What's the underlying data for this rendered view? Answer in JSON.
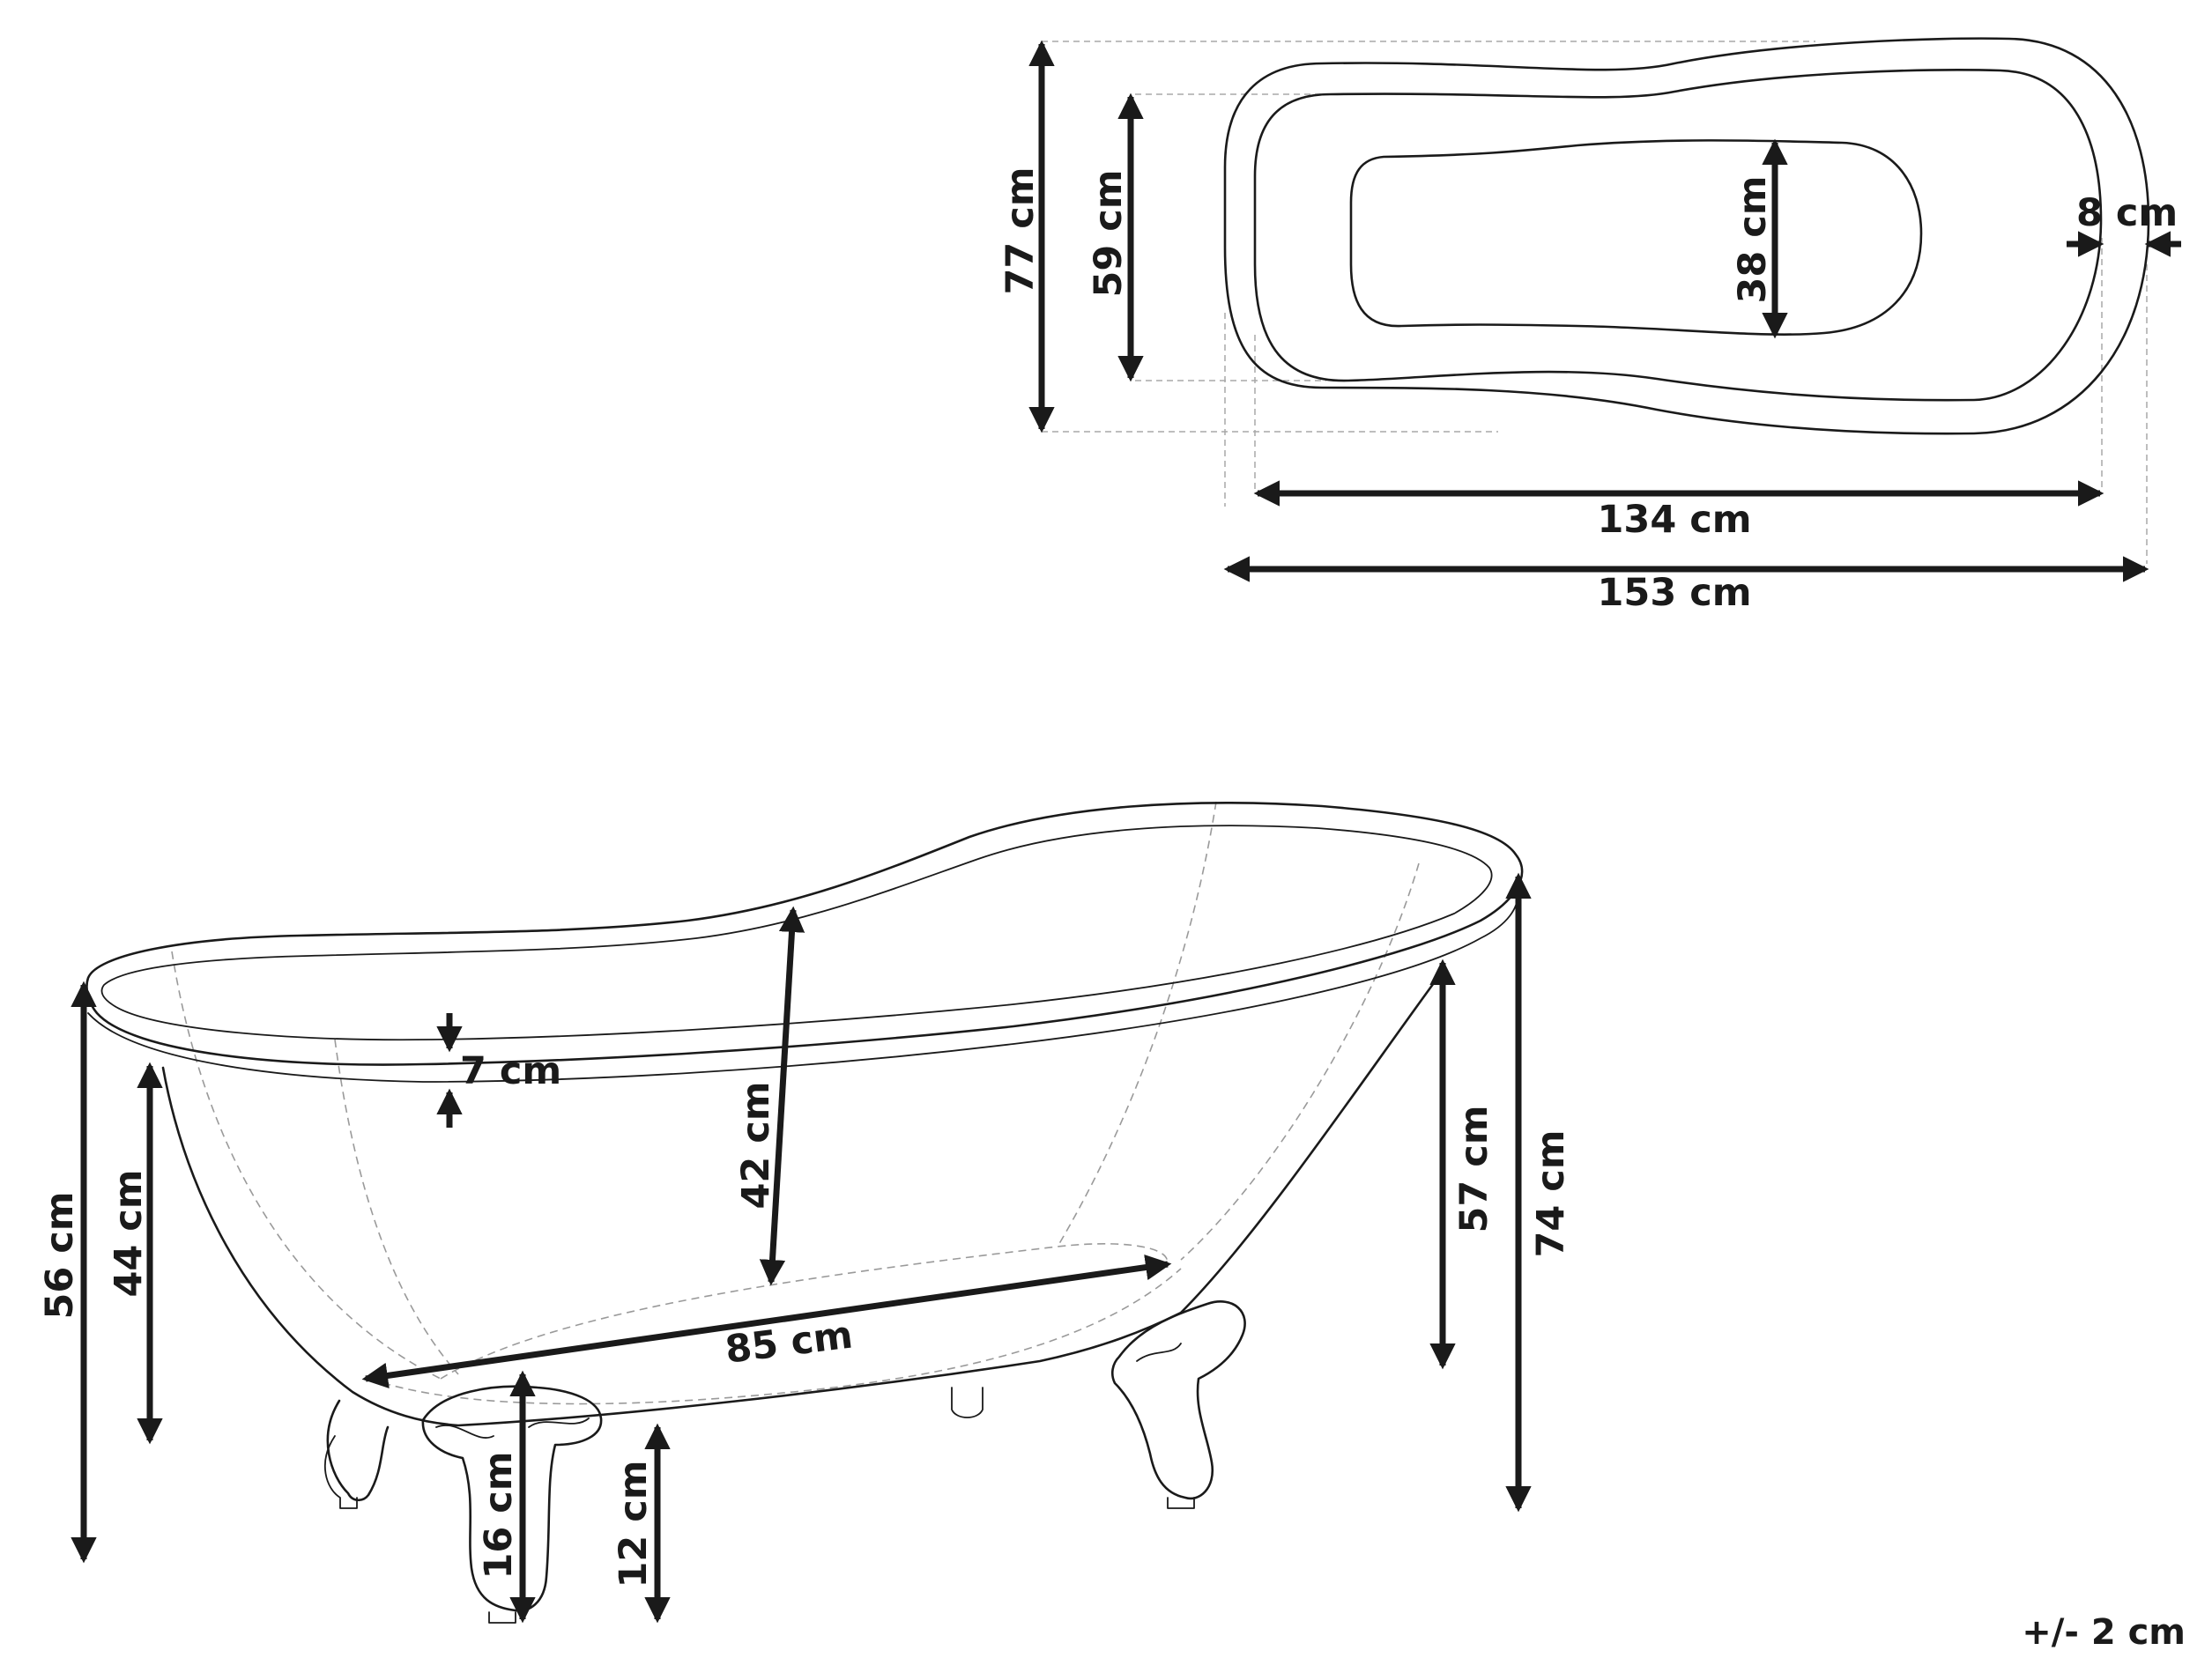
{
  "top_view": {
    "dimensions": {
      "outer_width": "77 cm",
      "inner_width": "59 cm",
      "bottom_width": "38 cm",
      "rim_thickness": "8 cm",
      "inner_length": "134 cm",
      "outer_length": "153 cm"
    }
  },
  "side_view": {
    "dimensions": {
      "rim_height": "7 cm",
      "inner_depth": "42 cm",
      "bottom_length": "85 cm",
      "left_end_height": "56 cm",
      "left_inner_height": "44 cm",
      "right_inner_height": "57 cm",
      "right_end_height": "74 cm",
      "foot_height": "16 cm",
      "floor_clearance": "12 cm"
    }
  },
  "tolerance": "+/- 2 cm"
}
